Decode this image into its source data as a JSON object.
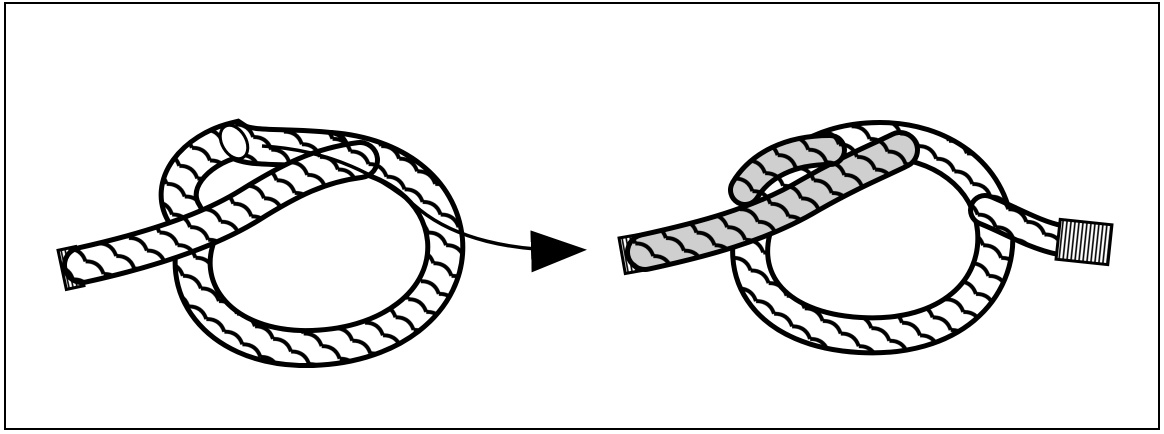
{
  "figure": {
    "panels": [
      {
        "id": "step-1",
        "icon": "overhand-loop-rope-icon",
        "arrow": "pull-direction-arrow"
      },
      {
        "id": "step-2",
        "icon": "tightened-knot-rope-icon"
      }
    ],
    "colors": {
      "ink": "#000000",
      "rope": "#ffffff",
      "shaded_rope": "#cfcfcf",
      "frame_background": "#ffffff"
    }
  }
}
